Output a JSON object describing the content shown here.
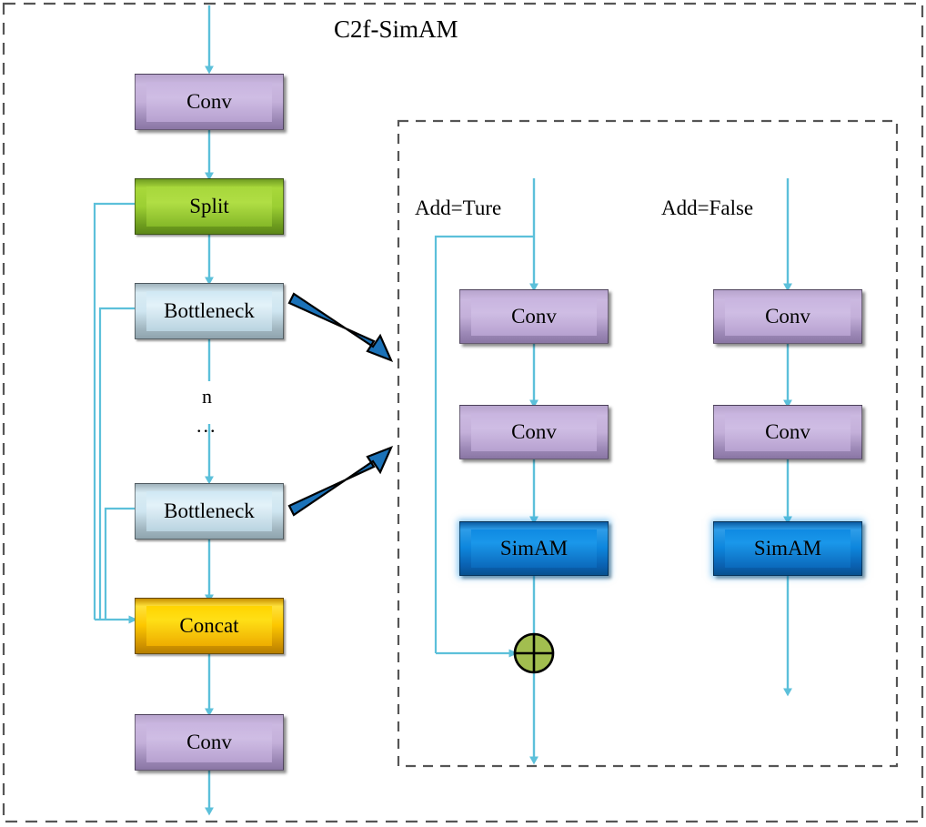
{
  "diagram": {
    "title": "C2f-SimAM",
    "outer_border": {
      "style": "dashed",
      "color": "#555555"
    },
    "inner_panel_border": {
      "style": "dashed",
      "color": "#555555"
    },
    "connector_color": "#5cc0da",
    "callout_arrow_color": "#1b72b8"
  },
  "main_flow": {
    "nodes": [
      {
        "id": "conv-top",
        "label": "Conv",
        "color": "#c4b0da"
      },
      {
        "id": "split",
        "label": "Split",
        "color": "#9ccf33"
      },
      {
        "id": "bottleneck-1",
        "label": "Bottleneck",
        "color": "#cfe6f1"
      },
      {
        "id": "bottleneck-2",
        "label": "Bottleneck",
        "color": "#cfe6f1"
      },
      {
        "id": "concat",
        "label": "Concat",
        "color": "#fdc800"
      },
      {
        "id": "conv-bottom",
        "label": "Conv",
        "color": "#c4b0da"
      }
    ],
    "repeat_count_label": "n",
    "ellipsis_label": "..."
  },
  "bottleneck_detail": {
    "add_true": {
      "condition_label": "Add=Ture",
      "nodes": [
        {
          "id": "at-conv-1",
          "label": "Conv",
          "color": "#c4b0da"
        },
        {
          "id": "at-conv-2",
          "label": "Conv",
          "color": "#c4b0da"
        },
        {
          "id": "at-simam",
          "label": "SimAM",
          "color": "#0d86dd"
        }
      ],
      "sum_operator": {
        "id": "add-node",
        "symbol": "+",
        "color": "#a2be4f"
      },
      "has_skip_connection": true
    },
    "add_false": {
      "condition_label": "Add=False",
      "nodes": [
        {
          "id": "af-conv-1",
          "label": "Conv",
          "color": "#c4b0da"
        },
        {
          "id": "af-conv-2",
          "label": "Conv",
          "color": "#c4b0da"
        },
        {
          "id": "af-simam",
          "label": "SimAM",
          "color": "#0d86dd"
        }
      ],
      "has_skip_connection": false
    }
  }
}
